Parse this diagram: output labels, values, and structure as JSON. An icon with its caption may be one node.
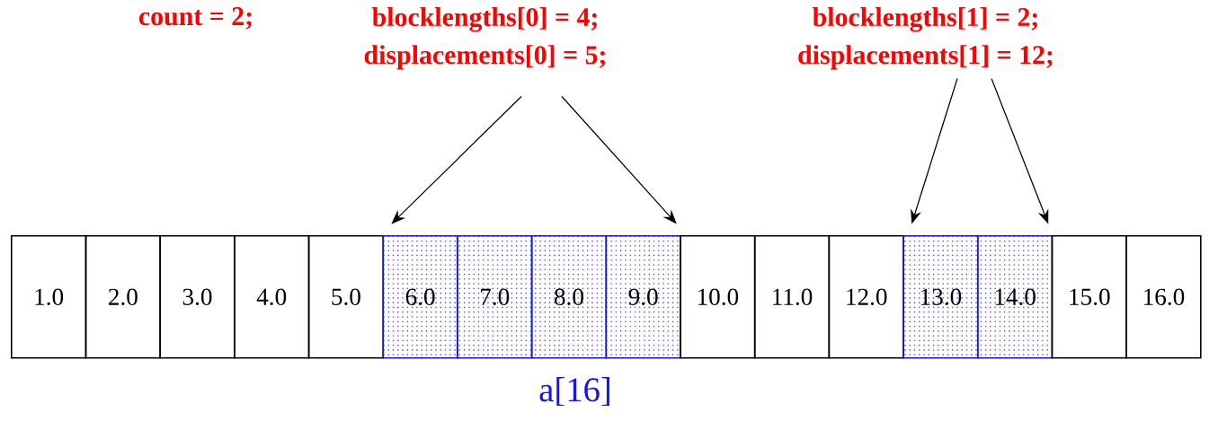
{
  "diagram": {
    "nodes": [
      {
        "text": [
          "blocklengths[0] = 4;",
          "displacements[0] = 5;"
        ]
      },
      {
        "text": [
          "blocklengths[1] = 2;",
          "displacements[1] = 12;"
        ]
      },
      {
        "text": [
          "1.0"
        ]
      },
      {
        "text": [
          "2.0"
        ]
      },
      {
        "text": [
          "3.0"
        ]
      },
      {
        "text": [
          "4.0"
        ]
      },
      {
        "text": [
          "5.0"
        ]
      },
      {
        "text": [
          "6.0"
        ]
      },
      {
        "text": [
          "7.0"
        ]
      },
      {
        "text": [
          "8.0"
        ]
      },
      {
        "text": [
          "9.0"
        ]
      },
      {
        "text": [
          "10.0"
        ]
      },
      {
        "text": [
          "11.0"
        ]
      },
      {
        "text": [
          "12.0"
        ]
      },
      {
        "text": [
          "13.0"
        ]
      },
      {
        "text": [
          "14.0"
        ]
      },
      {
        "text": [
          "15.0"
        ]
      },
      {
        "text": [
          "16.0"
        ]
      }
    ],
    "edges": [
      {
        "from": 0,
        "to": 7,
        "arrow": "to"
      },
      {
        "from": 0,
        "to": 10,
        "arrow": "to"
      },
      {
        "from": 1,
        "to": 14,
        "arrow": "to"
      },
      {
        "from": 1,
        "to": 15,
        "arrow": "to"
      }
    ],
    "labels": [
      "count = 2;",
      "a[16]"
    ]
  }
}
